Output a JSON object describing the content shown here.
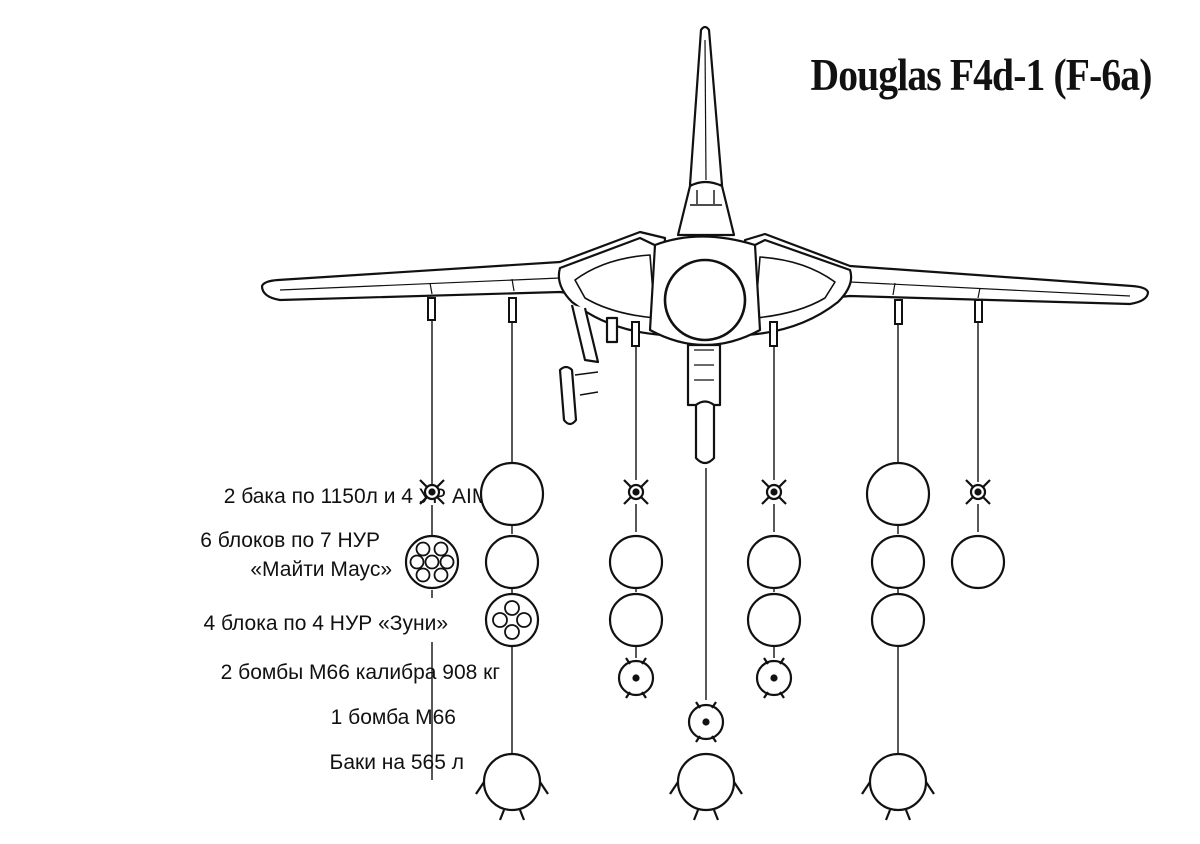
{
  "title": "Douglas F4d-1 (F-6a)",
  "loadouts": [
    {
      "label": "2 бака по 1150л и 4 УР AIM-9",
      "stations": [
        "aim9",
        "tank1150",
        "aim9",
        "aim9",
        "tank1150",
        "aim9"
      ]
    },
    {
      "label_line1": "6 блоков по 7 НУР",
      "label_line2": "«Майти Маус»",
      "stations": [
        "pod7",
        "pod7",
        "pod7",
        "pod7",
        "pod7",
        "pod7"
      ]
    },
    {
      "label": "4 блока по 4 НУР «Зуни»",
      "stations": [
        "pod4",
        "pod4",
        "pod4",
        "pod4"
      ]
    },
    {
      "label": "2 бомбы М66 калибра 908 кг",
      "stations": [
        "bomb",
        "bomb"
      ]
    },
    {
      "label": "1 бомба М66",
      "stations": [
        "bomb"
      ]
    },
    {
      "label": "Баки на 565 л",
      "stations": [
        "tank565",
        "tank565",
        "tank565"
      ]
    }
  ],
  "colors": {
    "ink": "#111111",
    "paper": "#ffffff"
  }
}
